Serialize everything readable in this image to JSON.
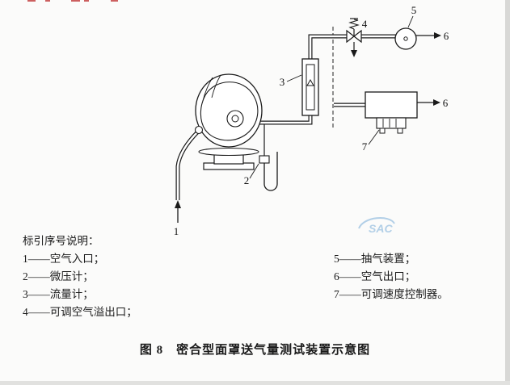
{
  "page": {
    "caption": "图 8　密合型面罩送气量测试装置示意图",
    "watermark": "SAC"
  },
  "diagram": {
    "labels": {
      "n1": "1",
      "n2": "2",
      "n3": "3",
      "n4": "4",
      "n5": "5",
      "n6_top": "6",
      "n6_side": "6",
      "n7": "7"
    }
  },
  "legend": {
    "heading": "标引序号说明：",
    "left": [
      "1——空气入口；",
      "2——微压计；",
      "3——流量计；",
      "4——可调空气溢出口；"
    ],
    "right": [
      "5——抽气装置；",
      "6——空气出口；",
      "7——可调速度控制器。"
    ]
  },
  "colors": {
    "ink": "#1a1a1a",
    "watermark_blue": "#a6c8e4",
    "page_background": "#fbfbfa",
    "edge_artifact_red": "#c44444"
  }
}
